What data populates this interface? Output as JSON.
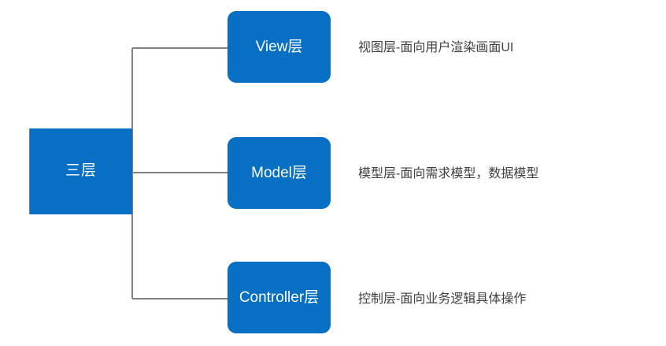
{
  "diagram": {
    "root": {
      "label": "三层"
    },
    "branches": [
      {
        "id": "view",
        "node_label": "View层",
        "description": "视图层-面向用户渲染画面UI"
      },
      {
        "id": "model",
        "node_label": "Model层",
        "description": "模型层-面向需求模型，数据模型"
      },
      {
        "id": "controller",
        "node_label": "Controller层",
        "description": "控制层-面向业务逻辑具体操作"
      }
    ],
    "colors": {
      "node_fill": "#0770C5",
      "node_text": "#ffffff",
      "connector": "#808080",
      "description_text": "#404040",
      "background": "#ffffff"
    }
  }
}
